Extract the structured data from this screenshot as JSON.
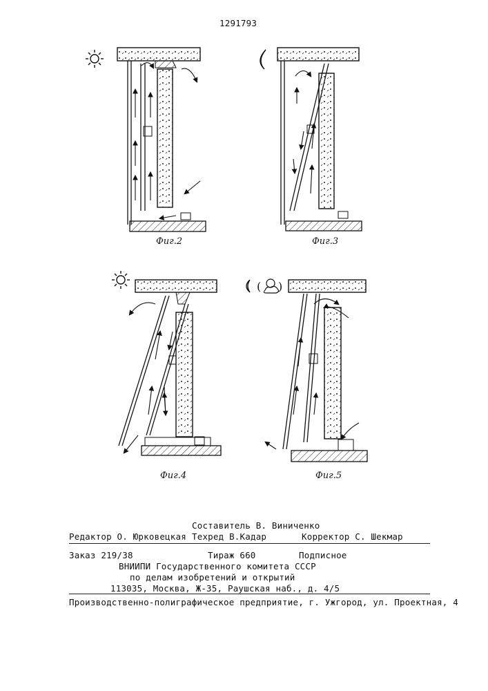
{
  "patent_number": "1291793",
  "figures": [
    {
      "caption": "Фиг.2"
    },
    {
      "caption": "Фиг.3"
    },
    {
      "caption": "Фиг.4"
    },
    {
      "caption": "Фиг.5"
    }
  ],
  "imprint": {
    "compiler": "Составитель В. Виниченко",
    "editor": "Редактор О. Юрковецкая",
    "techred": "Техред В.Кадар",
    "corrector": "Корректор С. Шекмар",
    "order": "Заказ 219/38",
    "circulation": "Тираж 660",
    "subscription": "Подписное",
    "org_line1": "ВНИИПИ Государственного комитета СССР",
    "org_line2": "по делам изобретений и открытий",
    "org_address": "113035, Москва, Ж-35, Раушская наб., д. 4/5",
    "printer": "Производственно-полиграфическое предприятие, г. Ужгород, ул. Проектная, 4"
  }
}
